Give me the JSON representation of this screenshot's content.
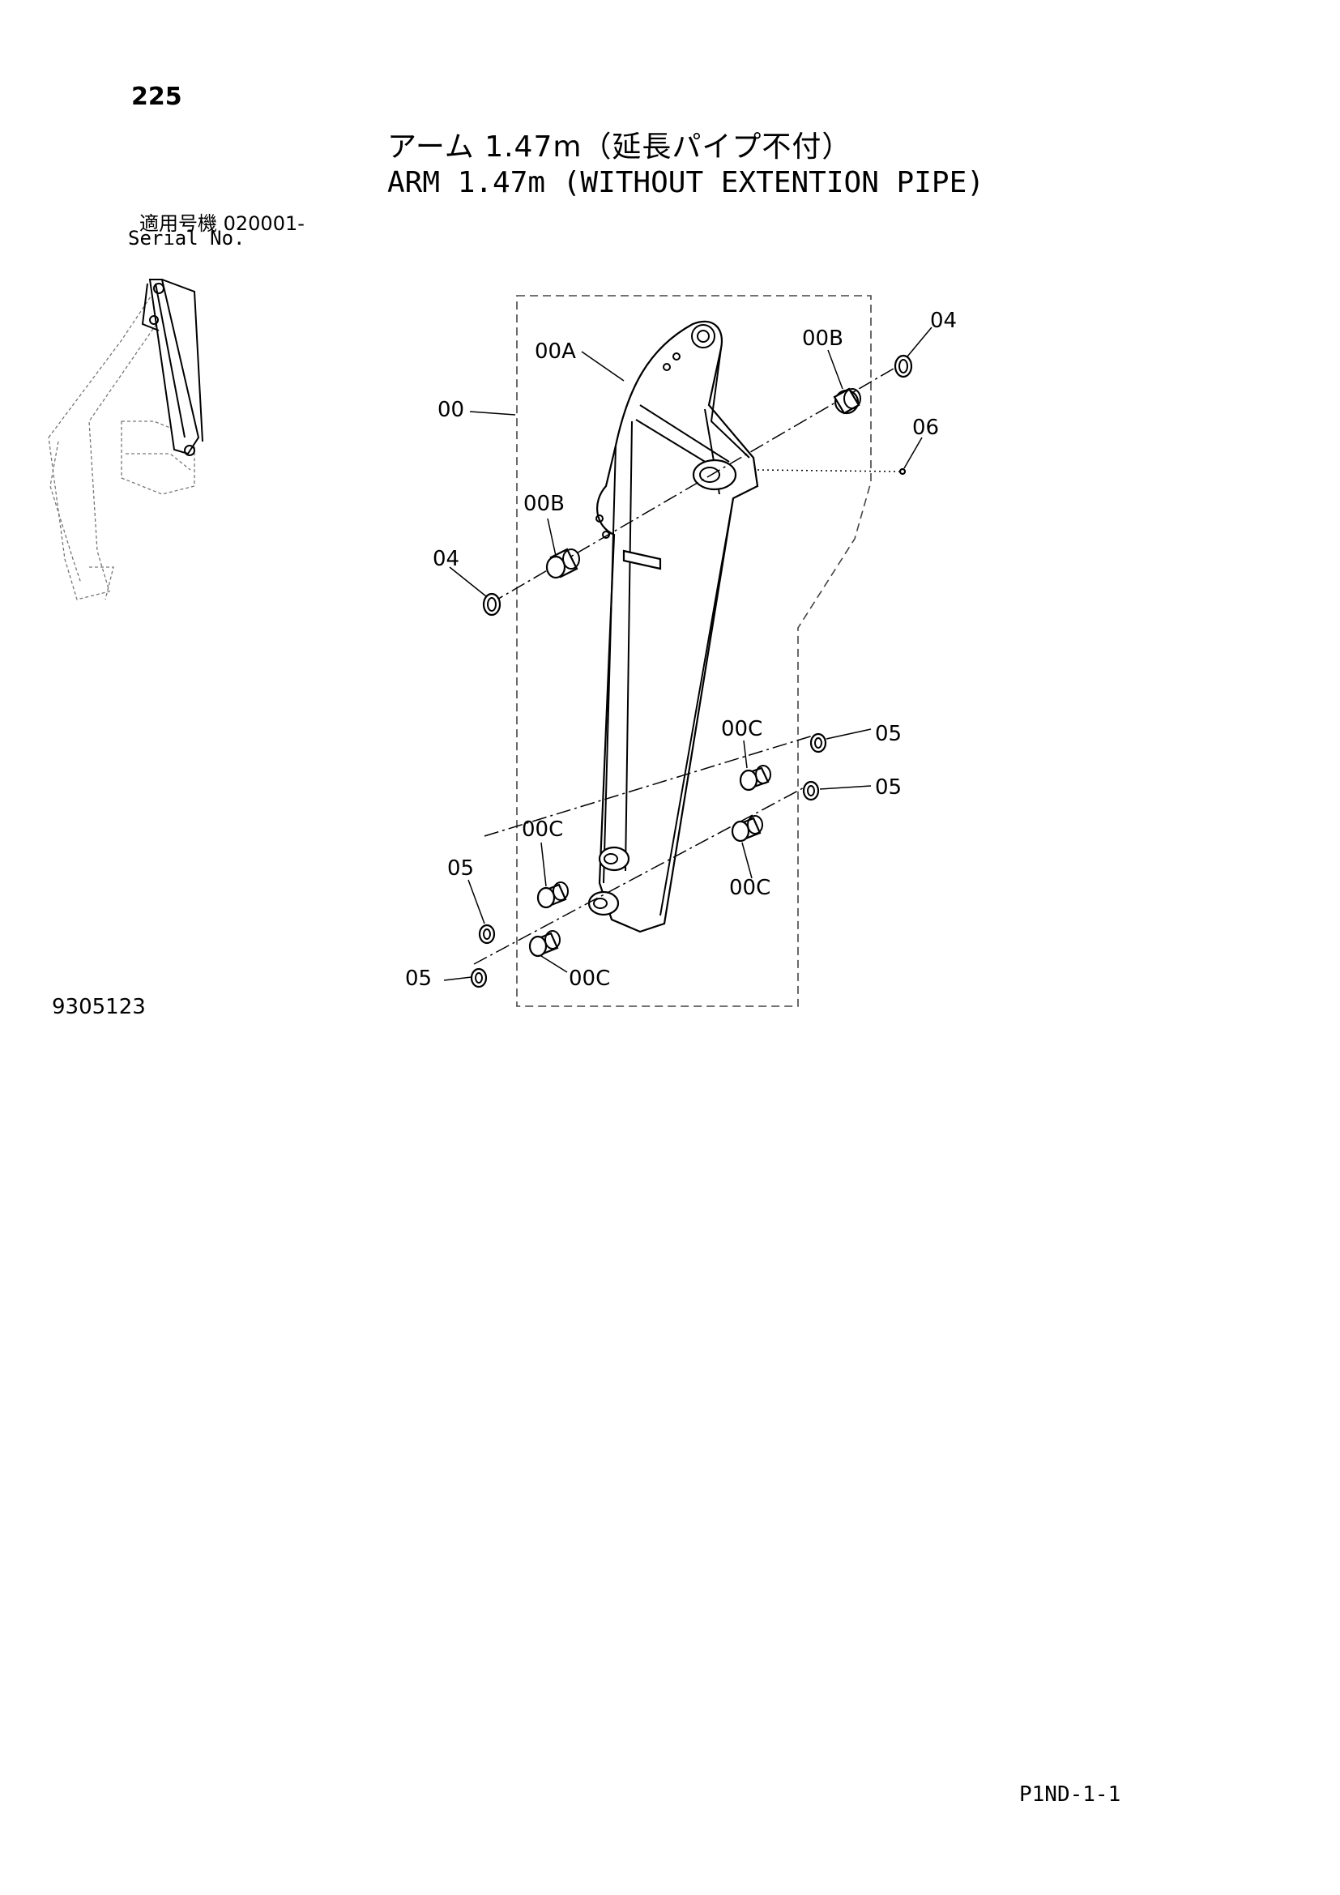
{
  "header": {
    "page_number": "225",
    "title_jp": "アーム 1.47m（延長パイプ不付）",
    "title_en": "ARM 1.47m (WITHOUT EXTENTION PIPE)",
    "serial_label_jp": "適用号機 020001-",
    "serial_label_en": "Serial No."
  },
  "diagram": {
    "labels": {
      "l00": "00",
      "l00a": "00A",
      "l00b_top": "00B",
      "l00b_left": "00B",
      "l04_top": "04",
      "l04_left": "04",
      "l06": "06",
      "l00c_r1": "00C",
      "l05_r1": "05",
      "l05_r2": "05",
      "l00c_r2": "00C",
      "l00c_l1": "00C",
      "l05_l1": "05",
      "l05_l2": "05",
      "l00c_l2": "00C"
    }
  },
  "footer": {
    "figure_number": "9305123",
    "page_code": "P1ND-1-1"
  }
}
